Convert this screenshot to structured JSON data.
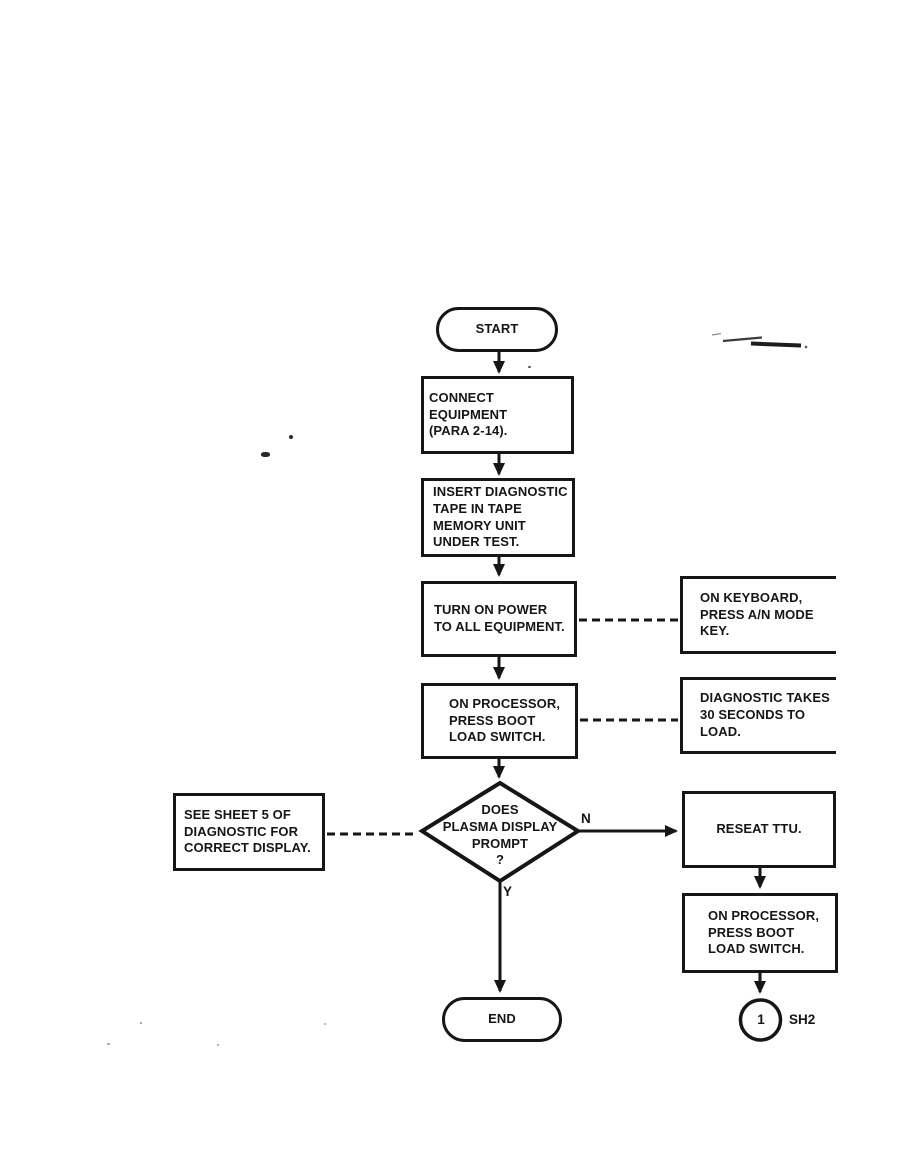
{
  "document": {
    "type": "scanned flowchart sheet",
    "ink_color": "#161616",
    "paper_color": "#ffffff"
  },
  "nodes": {
    "start": {
      "shape": "terminal",
      "label": "START"
    },
    "connect_equipment": {
      "shape": "process",
      "label": "CONNECT EQUIPMENT\n(PARA 2-14)."
    },
    "insert_tape": {
      "shape": "process",
      "label": "INSERT DIAGNOSTIC\nTAPE IN TAPE\nMEMORY UNIT\nUNDER TEST."
    },
    "turn_on_power": {
      "shape": "process",
      "label": "TURN ON POWER\nTO ALL EQUIPMENT."
    },
    "press_boot_load": {
      "shape": "process",
      "label": "ON PROCESSOR,\nPRESS BOOT\nLOAD SWITCH."
    },
    "plasma_display_decision": {
      "shape": "decision",
      "label": "DOES\nPLASMA DISPLAY\nPROMPT\n?"
    },
    "end": {
      "shape": "terminal",
      "label": "END"
    },
    "note_keyboard": {
      "shape": "annotation",
      "label": "ON KEYBOARD,\nPRESS A/N MODE\nKEY."
    },
    "note_diagnostic_load": {
      "shape": "annotation",
      "label": "DIAGNOSTIC TAKES\n30 SECONDS TO\nLOAD."
    },
    "note_see_sheet": {
      "shape": "annotation",
      "label": "SEE SHEET 5 OF\nDIAGNOSTIC FOR\nCORRECT DISPLAY."
    },
    "reseat_ttu": {
      "shape": "process",
      "label": "RESEAT TTU."
    },
    "press_boot_load_2": {
      "shape": "process",
      "label": "ON PROCESSOR,\nPRESS BOOT\nLOAD SWITCH."
    },
    "offpage_connector": {
      "shape": "connector-circle",
      "label": "1",
      "sheet_label": "SH2"
    }
  },
  "branch_labels": {
    "no": "N",
    "yes": "Y"
  }
}
